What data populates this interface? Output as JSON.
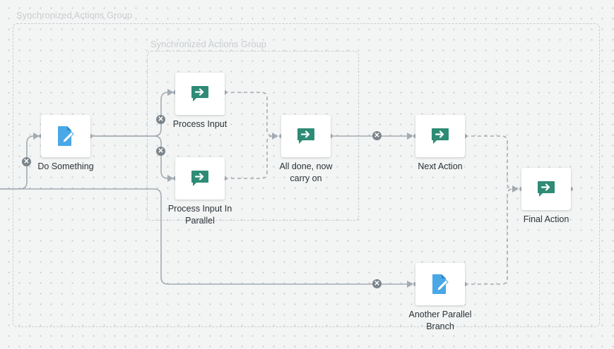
{
  "groups": [
    {
      "label": "Synchronized Actions Group"
    },
    {
      "label": "Synchronized Actions Group"
    }
  ],
  "nodes": {
    "do_something": {
      "label": "Do Something",
      "icon": "edit-document-icon"
    },
    "process_input": {
      "label": "Process Input",
      "icon": "message-arrow-icon"
    },
    "process_input_parallel": {
      "label": "Process Input In Parallel",
      "icon": "message-arrow-icon"
    },
    "all_done": {
      "label": "All done, now carry on",
      "icon": "message-arrow-icon"
    },
    "next_action": {
      "label": "Next Action",
      "icon": "message-arrow-icon"
    },
    "final_action": {
      "label": "Final Action",
      "icon": "message-arrow-icon"
    },
    "another_parallel": {
      "label": "Another Parallel Branch",
      "icon": "edit-document-icon"
    }
  },
  "colors": {
    "message_icon": "#2e8b75",
    "edit_icon": "#4aa8e6",
    "wire": "#a3acb2",
    "remove_button": "#7b858c"
  }
}
